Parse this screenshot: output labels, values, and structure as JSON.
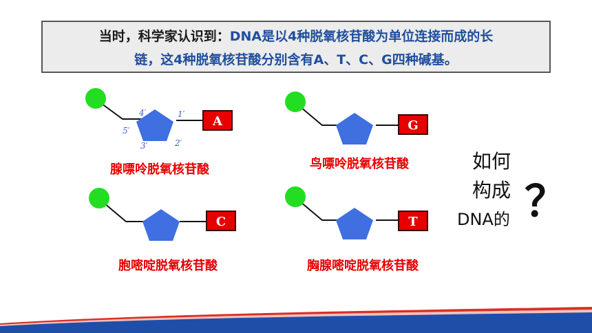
{
  "textbox": {
    "part1": "当时，科学家认识到：",
    "part2": "DNA是以4种脱氧核苷酸为单位连接而成的长",
    "line2": "链，这4种脱氧核苷酸分别含有A、T、C、G四种碱基。"
  },
  "nucleotides": [
    {
      "base": "A",
      "name": "腺嘌呤脱氧核苷酸",
      "carbons": {
        "c4": "4′",
        "c1": "1′",
        "c5": "5′",
        "c3": "3′",
        "c2": "2′"
      }
    },
    {
      "base": "G",
      "name": "鸟嘌呤脱氧核苷酸"
    },
    {
      "base": "C",
      "name": "胞嘧啶脱氧核苷酸"
    },
    {
      "base": "T",
      "name": "胸腺嘧啶脱氧核苷酸"
    }
  ],
  "question": {
    "line1": "如何",
    "line2": "构成",
    "line3": "DNA的",
    "mark": "？"
  },
  "colors": {
    "phosphate": "#22dd22",
    "sugar": "#3f6fe0",
    "base": "#e60000",
    "name": "#e60000",
    "highlight": "#1f4e9c"
  }
}
